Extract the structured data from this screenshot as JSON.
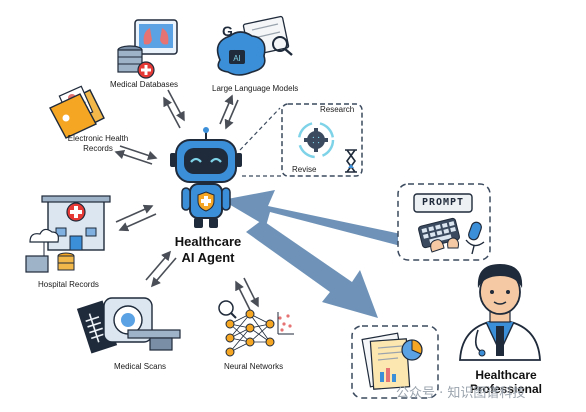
{
  "center": {
    "line1": "Healthcare",
    "line2": "AI Agent"
  },
  "nodes": {
    "medical_databases": "Medical Databases",
    "large_language_models": "Large Language Models",
    "electronic_health_records": {
      "line1": "Electronic Health",
      "line2": "Records"
    },
    "hospital_records": "Hospital Records",
    "medical_scans": "Medical Scans",
    "neural_networks": "Neural Networks"
  },
  "loop": {
    "research": "Research",
    "revise": "Revise"
  },
  "prompt_box": {
    "keycap_text": "PROMPT"
  },
  "professional": {
    "line1": "Healthcare",
    "line2": "Professional"
  },
  "icon_names": {
    "lungs": "lungs-icon",
    "database": "database-icon",
    "brain": "brain-chip-icon",
    "folder": "medical-folder-icon",
    "hospital": "hospital-building-icon",
    "scanner": "mri-scanner-icon",
    "network": "neural-network-icon",
    "robot": "robot-icon",
    "gear": "gear-icon",
    "hourglass": "hourglass-icon",
    "keyboard": "keyboard-icon",
    "mic": "microphone-icon",
    "doctor": "doctor-icon",
    "report": "report-chart-icon"
  },
  "watermark": "公众号 · 知识图谱科技",
  "colors": {
    "arrow": "#6f93b8",
    "dark": "#1f2a3a",
    "accent_blue": "#3b8fd9",
    "accent_red": "#e53935",
    "cyan": "#7fd3e8"
  }
}
